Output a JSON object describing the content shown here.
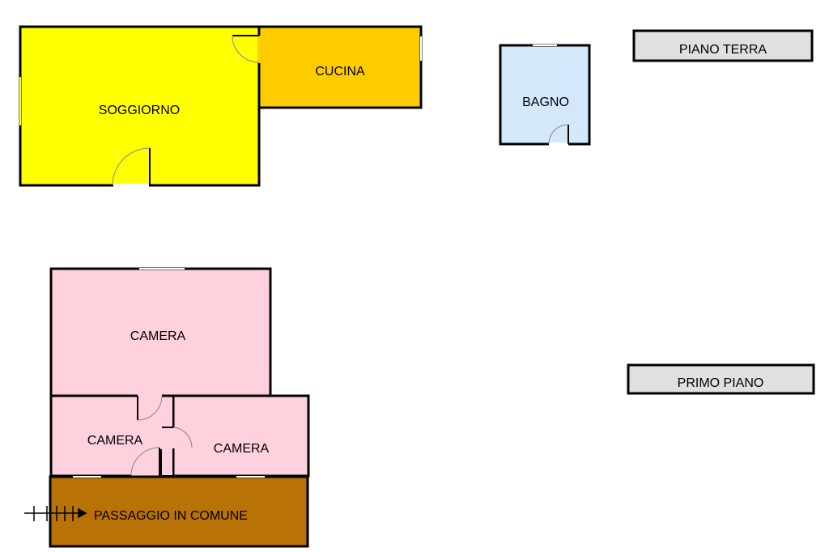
{
  "plan": {
    "ground_floor": {
      "tag": "PIANO TERRA",
      "rooms": {
        "soggiorno": {
          "label": "SOGGIORNO",
          "color": "#ffff00"
        },
        "cucina": {
          "label": "CUCINA",
          "color": "#ffcc00"
        },
        "bagno": {
          "label": "BAGNO",
          "color": "#d4e8fc"
        }
      }
    },
    "first_floor": {
      "tag": "PRIMO PIANO",
      "rooms": {
        "camera_large": {
          "label": "CAMERA",
          "color": "#ffd1dc"
        },
        "camera_left": {
          "label": "CAMERA",
          "color": "#ffd1dc"
        },
        "camera_right": {
          "label": "CAMERA",
          "color": "#ffd1dc"
        },
        "passaggio": {
          "label": "PASSAGGIO IN COMUNE",
          "color": "#b87206"
        }
      }
    }
  }
}
